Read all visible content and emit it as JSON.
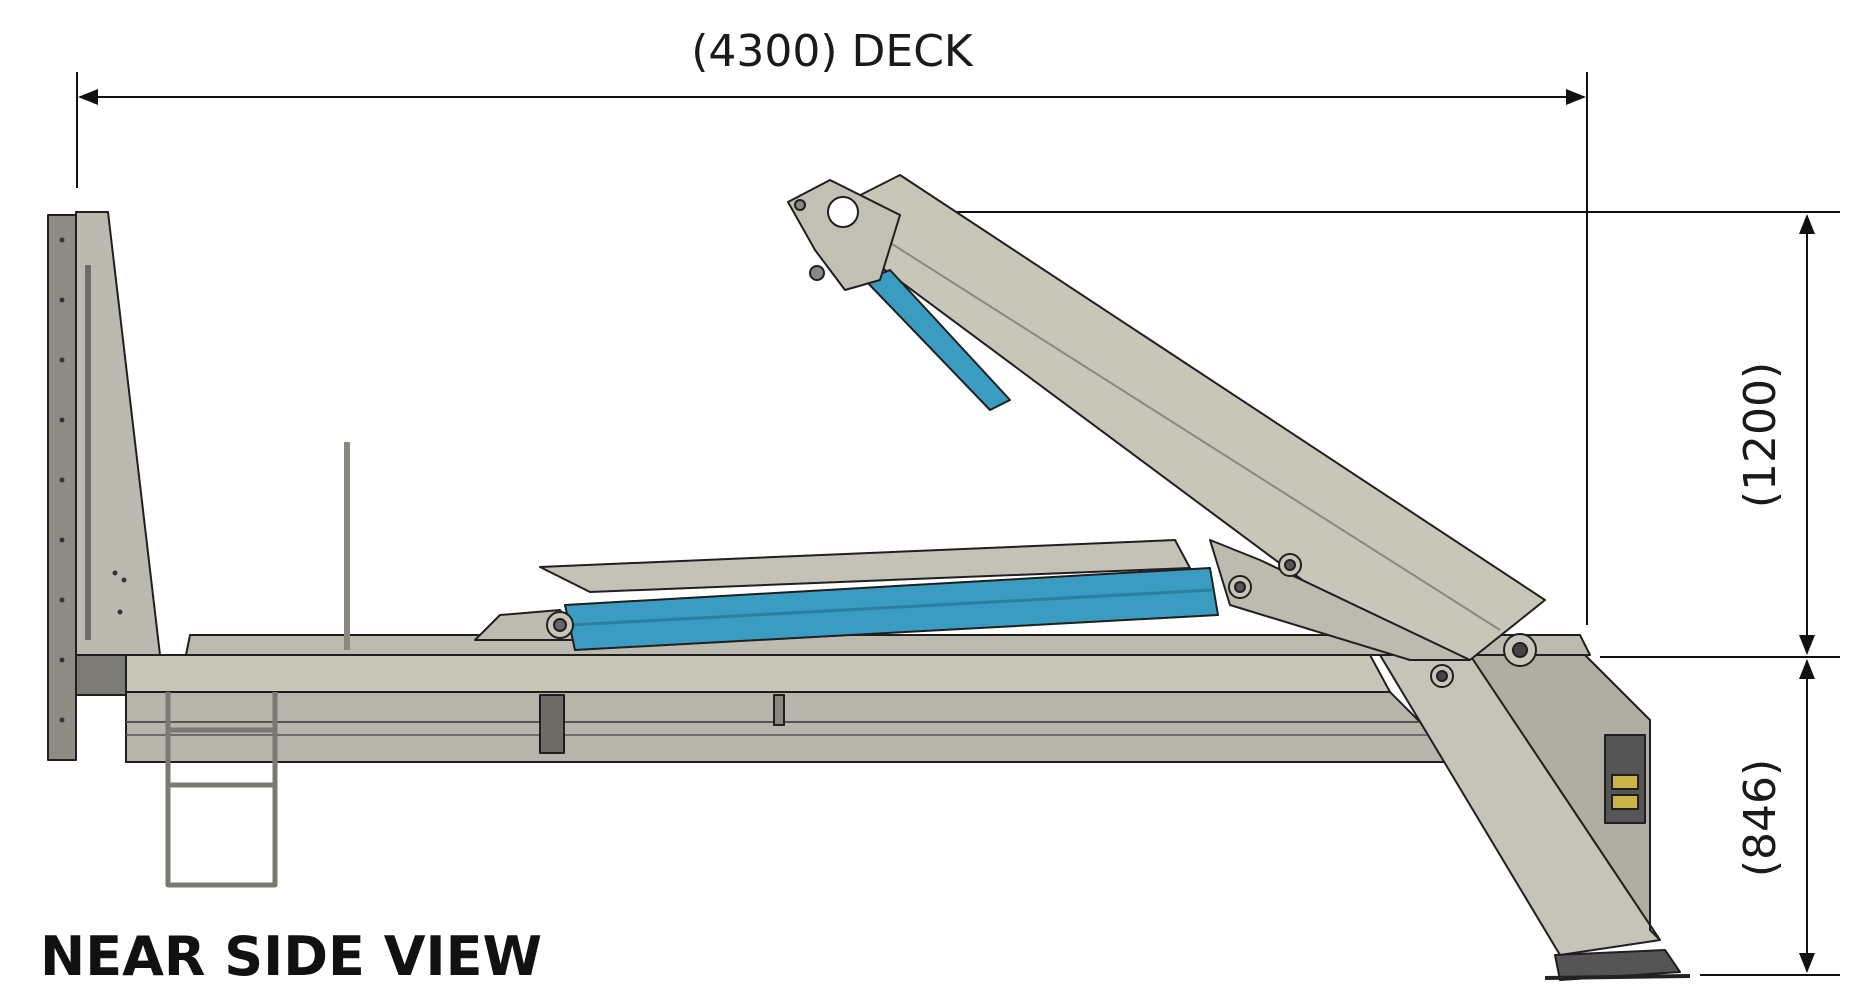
{
  "dimensions": {
    "deck_length": "(4300) DECK",
    "arm_height": "(1200)",
    "deck_height": "(846)"
  },
  "view_title": "NEAR SIDE VIEW",
  "colors": {
    "frame": "#c8c6b9",
    "frame_dark": "#a9a79b",
    "outline": "#1f1f1f",
    "cylinder": "#3a9cc0",
    "cylinder_dark": "#2a7f9f",
    "dimension_line": "#111111"
  }
}
